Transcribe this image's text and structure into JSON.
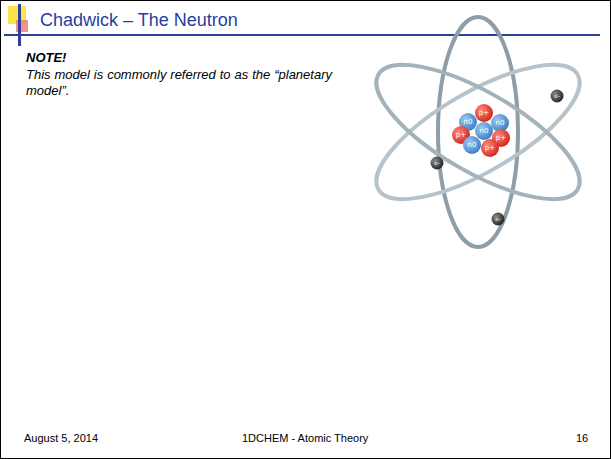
{
  "diagram": {
    "title": "Chadwick – The Neutron",
    "labels": [
      "NOTE!",
      "This model is commonly referred to as the “planetary model”.",
      "p+",
      "n0",
      "n0",
      "p+",
      "n0",
      "p+",
      "n0",
      "p+",
      "e-",
      "e-",
      "e-",
      "August 5, 2014",
      "1DCHEM - Atomic Theory",
      "16"
    ]
  }
}
